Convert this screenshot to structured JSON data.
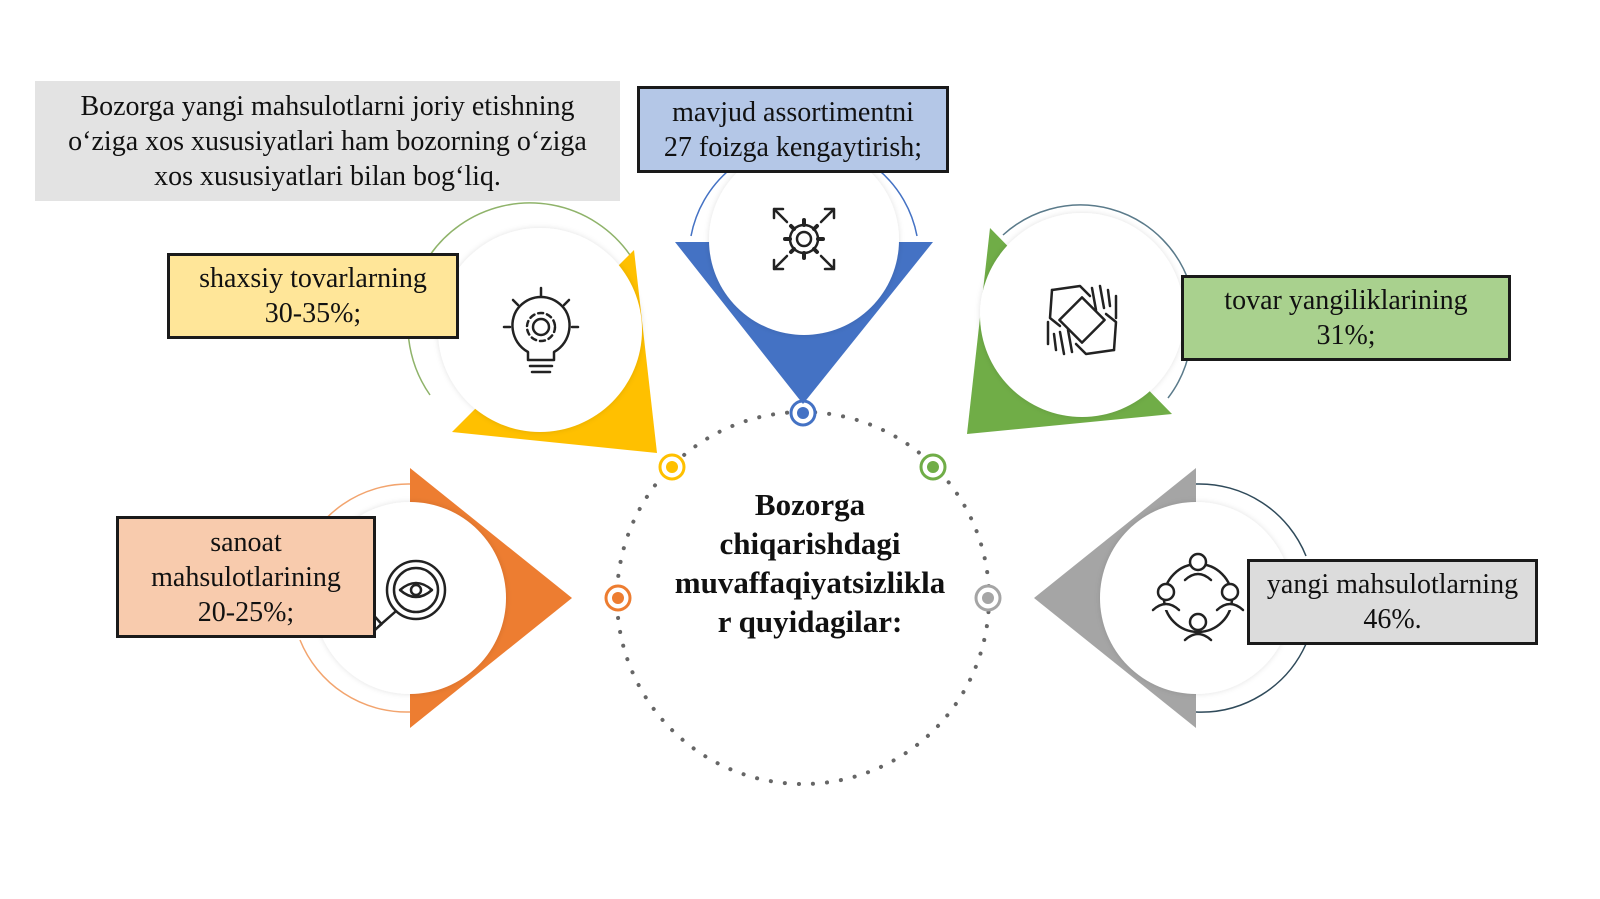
{
  "intro": {
    "lines": [
      "Bozorga  yangi  mahsulotlarni  joriy  etishning",
      "o‘ziga  xos xususiyatlari  ham bozorning o‘ziga",
      "xos xususiyatlari bilan bog‘liq."
    ]
  },
  "center": {
    "lines": [
      "Bozorga",
      "chiqarishdagi",
      "muvaffaqiyatsizlikla",
      "r quyidagilar:"
    ]
  },
  "items": [
    {
      "lines": [
        "mavjud assortimentni",
        "27 foizga kengaytirish;"
      ],
      "color": "#4472c4",
      "box_color": "#b4c7e7",
      "icon": "gear-arrows-icon"
    },
    {
      "lines": [
        "shaxsiy tovarlarning",
        "30-35%;"
      ],
      "color": "#ffc000",
      "box_color": "#ffe699",
      "icon": "lightbulb-gear-icon"
    },
    {
      "lines": [
        "tovar yangiliklarining",
        "31%;"
      ],
      "color": "#70ad47",
      "box_color": "#a9d18e",
      "icon": "handshake-icon"
    },
    {
      "lines": [
        "sanoat",
        "mahsulotlarining",
        "20-25%;"
      ],
      "color": "#ed7d31",
      "box_color": "#f8cbad",
      "icon": "magnifier-eye-icon"
    },
    {
      "lines": [
        "yangi mahsulotlarning",
        "46%."
      ],
      "color": "#a5a5a5",
      "box_color": "#dcdcdc",
      "icon": "team-network-icon"
    }
  ]
}
